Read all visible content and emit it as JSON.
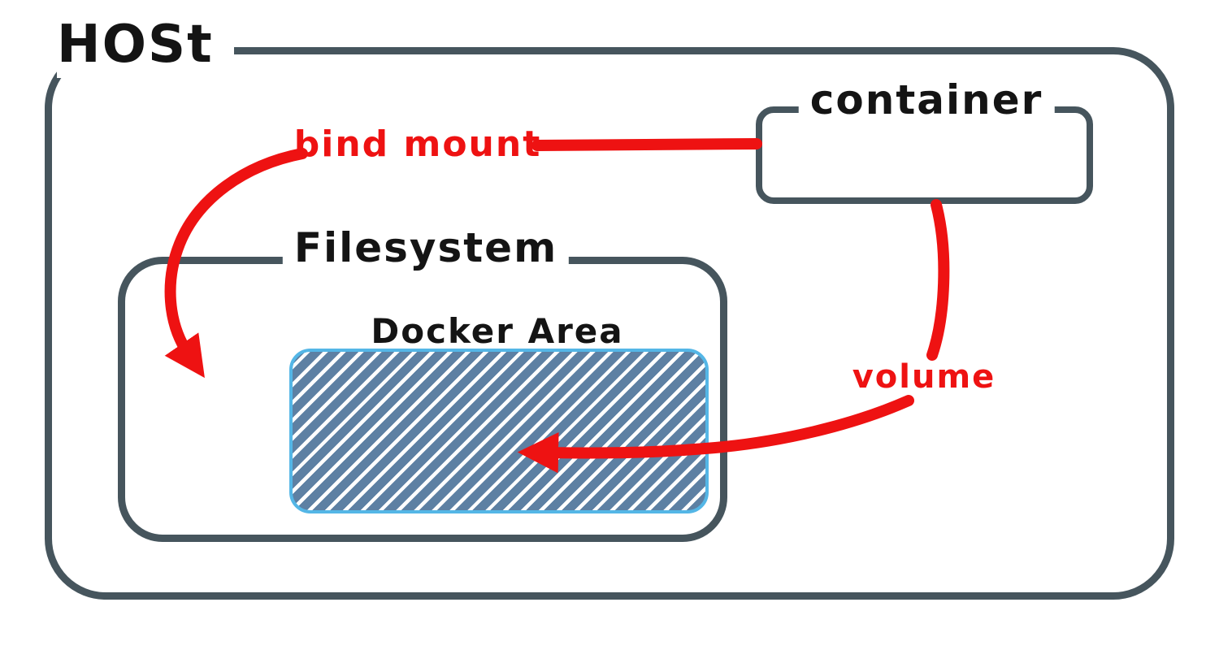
{
  "labels": {
    "host": "HOSt",
    "container": "container",
    "filesystem": "Filesystem",
    "docker_area": "Docker Area",
    "bind_mount": "bind mount",
    "volume": "volume"
  },
  "colors": {
    "outline": "#46555d",
    "arrow": "#ee1212",
    "hatch_fill": "#5d80a3",
    "hatch_border": "#54b6e6",
    "background": "#ffffff",
    "text": "#141414"
  },
  "relations": [
    {
      "name": "bind mount",
      "from": "container",
      "to": "filesystem"
    },
    {
      "name": "volume",
      "from": "container",
      "to": "docker_area"
    }
  ]
}
